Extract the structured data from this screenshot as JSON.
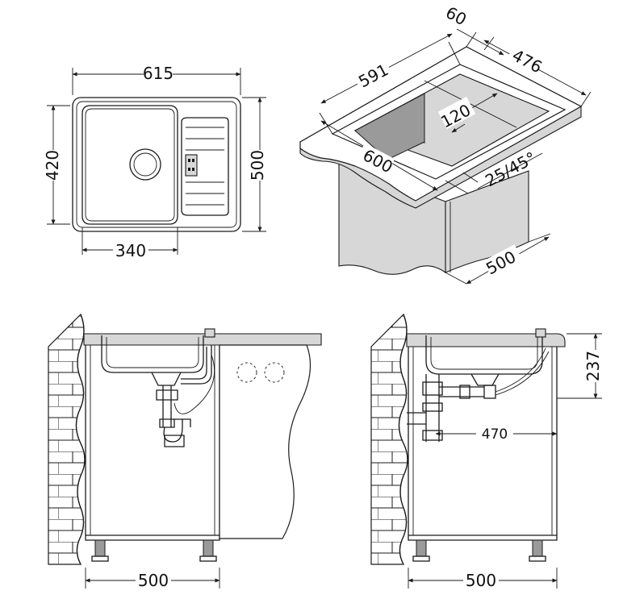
{
  "colors": {
    "line": "#1a1a1a",
    "fill_light": "#d7d7d7",
    "fill_dark": "#9a9a9a",
    "background": "#ffffff"
  },
  "top_view": {
    "width_label": "615",
    "height_label": "420",
    "depth_label": "500",
    "bowl_width_label": "340"
  },
  "perspective_view": {
    "top_label": "60",
    "depth_label": "476",
    "length_label": "591",
    "offset_label": "120",
    "cutout_label": "600",
    "edge_label": "25/45°",
    "cabinet_label": "500"
  },
  "front_view": {
    "cabinet_label": "500"
  },
  "side_view": {
    "height_label": "237",
    "drain_label": "470",
    "cabinet_label": "500"
  }
}
